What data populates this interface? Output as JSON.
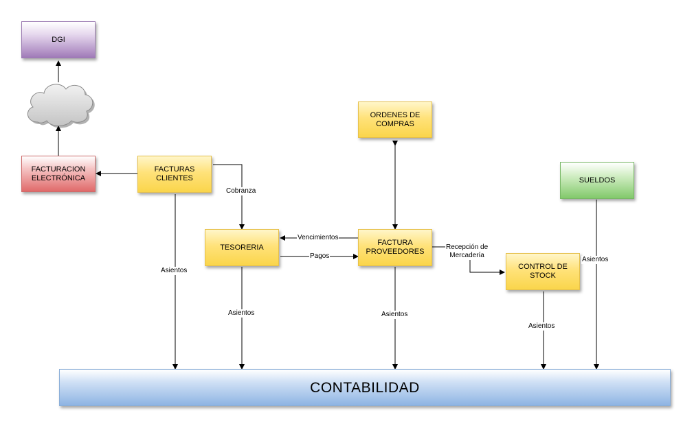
{
  "nodes": {
    "dgi": "DGI",
    "facturacion": "FACTURACION\nELECTRÓNICA",
    "facturas_clientes": "FACTURAS\nCLIENTES",
    "ordenes": "ORDENES DE\nCOMPRAS",
    "tesoreria": "TESORERIA",
    "factura_proveedores": "FACTURA\nPROVEEDORES",
    "control_stock": "CONTROL DE\nSTOCK",
    "sueldos": "SUELDOS",
    "contabilidad": "CONTABILIDAD"
  },
  "labels": {
    "cobranza": "Cobranza",
    "vencimientos": "Vencimientos",
    "pagos": "Pagos",
    "recepcion": "Recepción de\nMercadería",
    "asientos": "Asientos"
  },
  "icons": {
    "cloud": "cloud-icon"
  },
  "colors": {
    "yellow": "#fad54b",
    "purple": "#a07ab8",
    "red": "#e06a6a",
    "green": "#82c96b",
    "blue": "#8eb4e3"
  }
}
